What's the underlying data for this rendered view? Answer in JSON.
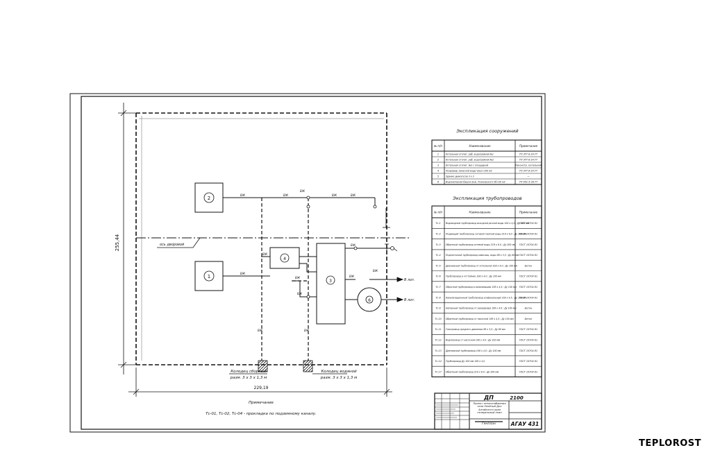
{
  "sheet": {
    "dimension_vertical": "255,44",
    "dimension_horizontal": "229,19",
    "axis_label": "ось дворовой",
    "colors": {
      "line": "#111111",
      "paper": "#ffffff"
    }
  },
  "buildings": [
    {
      "number": "2"
    },
    {
      "number": "1"
    },
    {
      "number": "4"
    },
    {
      "number": "3"
    },
    {
      "number": "6"
    }
  ],
  "pipe_labels": [
    "ВЖ",
    "ВЖ",
    "ВЖ",
    "ВЖ",
    "ВЖ",
    "ВЖ",
    "ВЖ",
    "ВЖ",
    "ВЖ",
    "ВЖ",
    "ВЖ",
    "ВЖ",
    "ВЖ",
    "ВЖ"
  ],
  "outlets": [
    "В лот.",
    "В лот."
  ],
  "wells": [
    {
      "title": "Колодец сборный",
      "size": "разм. 3 х 3 х 1,3 м"
    },
    {
      "title": "Колодец водяной",
      "size": "разм. 3 х 3 х 1,3 м"
    }
  ],
  "note": {
    "title": "Примечание",
    "text": "Тс-01, Тс-02, Тс-04 - прокладка по подземному каналу."
  },
  "table1": {
    "title": "Экспликация сооружений",
    "headers": [
      "№ п/п",
      "Наименование",
      "Примечание"
    ],
    "rows": [
      [
        "1",
        "Котельная отопит. раб. водогрейной №1",
        "ТП 3ТТ-8-24.ТТ"
      ],
      [
        "2",
        "Котельная отопит. раб. водогрейной №2",
        "ТП 3ТТ-8-24.ТТ"
      ],
      [
        "3",
        "Котельная отопит. №3 с площадкой",
        "Реконстр. котельной"
      ],
      [
        "4",
        "Резервуар запасной воды Vрез=100 м3",
        "ТП 3ТТ-8-24.ТТ"
      ],
      [
        "5",
        "Здание дымососов 3 х 3",
        "—"
      ],
      [
        "6",
        "Водонапорная башня инж. Рожновского Vб=50 м3",
        "ТП 901-5-28.ТТ"
      ]
    ]
  },
  "table2": {
    "title": "Экспликация трубопроводов",
    "headers": [
      "№ п/п",
      "Наименование",
      "Примечание"
    ],
    "rows": [
      [
        "Тс-1",
        "Водоводный трубопровод исходной речной воды 100 х 4,5 ; Ду 100 мм",
        "ГОСТ 10704-91"
      ],
      [
        "Тс-2",
        "Подающий трубопровод сетевой горячей воды 219 х 6,0 ; Ду 200 мм",
        "ГОСТ 10704-91"
      ],
      [
        "Тс-3",
        "Обратный трубопровод сетевой воды 219 х 6,0 ; Ду 200 мм",
        "ГОСТ 10704-91"
      ],
      [
        "Тс-4",
        "Подпиточный трубопровод химочищ. воды 89 х 3,5 ; Ду 80 мм",
        "ГОСТ 10704-91"
      ],
      [
        "Тс-5",
        "Дренажный трубопровод от котельной 108 х 4,0 ; Ду 100 мм",
        "Бетон"
      ],
      [
        "Тс-6",
        "Трубопровод в отстойник 108 х 4,0 ; Ду 100 мм",
        "ГОСТ 10704-91"
      ],
      [
        "Тс-7",
        "Сбросной трубопровод в канализацию 159 х 4,5 ; Ду 150 мм",
        "ГОСТ 10704-91"
      ],
      [
        "Тс-8",
        "Канализационный трубопровод хозфекальный 159 х 4,5 ; Ду 150 мм",
        "ГОСТ 10704-91"
      ],
      [
        "Тс-9",
        "Напорный трубопровод от резервуара 108 х 4,0 ; Ду 100 мм",
        "Бетон"
      ],
      [
        "Тс-10",
        "Обратный трубопровод от насосной 159 х 4,5 ; Ду 150 мм",
        "Бетон"
      ],
      [
        "Тс-11",
        "Газопровод среднего давления 89 х 3,5 ; Ду 80 мм",
        "ГОСТ 10704-91"
      ],
      [
        "Тс-12",
        "Водопровод от насосной 108 х 4,0 ; Ду 100 мм",
        "ГОСТ 10704-91"
      ],
      [
        "Тс-13",
        "Дренажный трубопровод 108 х 4,0 ; Ду 100 мм",
        "ГОСТ 10704-91"
      ],
      [
        "Тс-14",
        "Трубопровод Ду 100 мм 108 х 4,0",
        "ГОСТ 10704-91"
      ],
      [
        "Тс-17",
        "Обратный трубопровод 219 х 6,0 ; Ду 200 мм",
        "ГОСТ 10704-91"
      ]
    ]
  },
  "stamp": {
    "code": "ДП",
    "year": "2100",
    "org": "АГАУ 431",
    "description": "Проект теплоснабжения села Зелёный Дол Алтайского края генеральный план",
    "sheet_name": "Генплан"
  },
  "watermark": "TEPLOROST"
}
